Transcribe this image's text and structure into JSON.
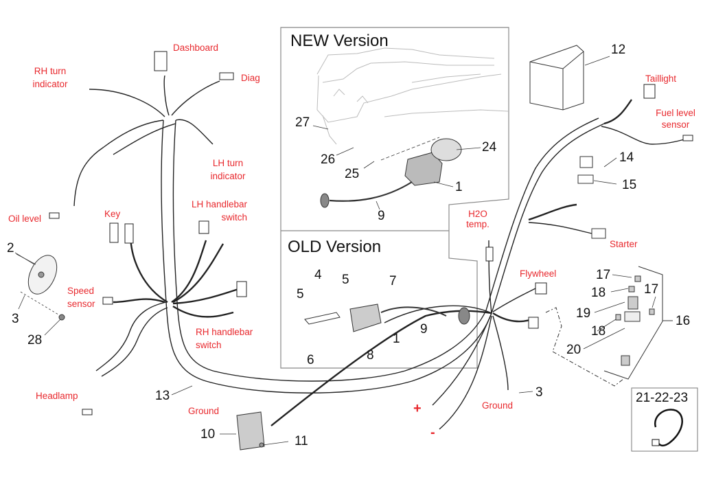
{
  "diagram": {
    "title": "Wiring harness exploded parts diagram",
    "insets": {
      "new_version": "NEW Version",
      "old_version": "OLD Version",
      "kit": "21-22-23"
    },
    "connector_labels": {
      "dashboard": "Dashboard",
      "diag": "Diag",
      "rh_turn_indicator_1": "RH turn",
      "rh_turn_indicator_2": "indicator",
      "lh_turn_indicator_1": "LH turn",
      "lh_turn_indicator_2": "indicator",
      "oil_level": "Oil level",
      "key": "Key",
      "lh_handlebar_switch_1": "LH handlebar",
      "lh_handlebar_switch_2": "switch",
      "speed_sensor_1": "Speed",
      "speed_sensor_2": "sensor",
      "rh_handlebar_switch_1": "RH handlebar",
      "rh_handlebar_switch_2": "switch",
      "headlamp": "Headlamp",
      "ground_regulator": "Ground",
      "h2o_temp_1": "H2O",
      "h2o_temp_2": "temp.",
      "flywheel": "Flywheel",
      "ground_frame": "Ground",
      "taillight": "Taillight",
      "fuel_level_sensor_1": "Fuel level",
      "fuel_level_sensor_2": "sensor",
      "starter": "Starter",
      "battery_positive": "+",
      "battery_negative": "-"
    },
    "part_numbers": {
      "horn": "2",
      "horn_screw": "3",
      "horn_nut": "28",
      "main_harness": "13",
      "voltage_regulator": "10",
      "regulator_screw": "11",
      "battery": "12",
      "relay": "14",
      "relay_holder": "15",
      "fuse_box_assy": "16",
      "fuse_a": "17",
      "fuse_b": "17",
      "fuse_c": "18",
      "fuse_d": "18",
      "fuse_holder": "19",
      "fuse_cable": "20",
      "ground_screw": "3",
      "new_nut": "27",
      "new_spacer": "26",
      "new_screw": "25",
      "new_cap": "24",
      "new_coil": "1",
      "new_hv_cable": "9",
      "old_bracket": "4",
      "old_screw_a": "5",
      "old_screw_b": "5",
      "old_terminal": "7",
      "old_coil": "1",
      "old_hv_cable": "9",
      "old_screw_c": "6",
      "old_nut": "8"
    }
  }
}
